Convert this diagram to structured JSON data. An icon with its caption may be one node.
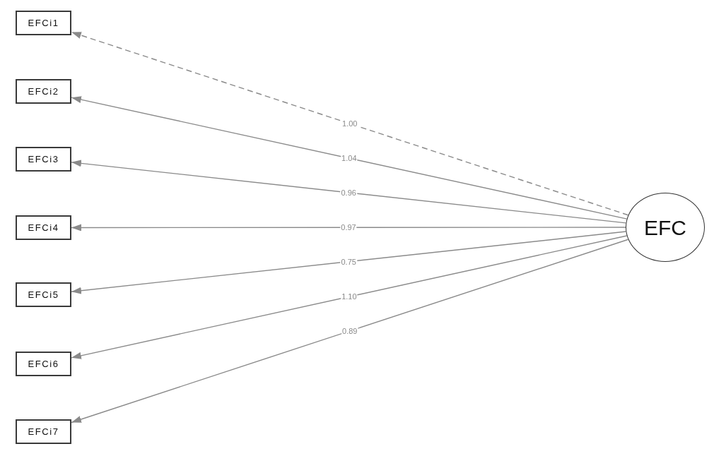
{
  "diagram": {
    "nodes": [
      {
        "text": [
          "EFCi1"
        ]
      },
      {
        "text": [
          "EFCi2"
        ]
      },
      {
        "text": [
          "EFCi3"
        ]
      },
      {
        "text": [
          "EFCi4"
        ]
      },
      {
        "text": [
          "EFCi5"
        ]
      },
      {
        "text": [
          "EFCi6"
        ]
      },
      {
        "text": [
          "EFCi7"
        ]
      },
      {
        "text": [
          "EFC"
        ]
      }
    ],
    "edges": [
      {
        "from": 7,
        "to": 0,
        "arrow": "to",
        "label": "1.00",
        "style": "dashed"
      },
      {
        "from": 7,
        "to": 1,
        "arrow": "to",
        "label": "1.04"
      },
      {
        "from": 7,
        "to": 2,
        "arrow": "to",
        "label": "0.96"
      },
      {
        "from": 7,
        "to": 3,
        "arrow": "to",
        "label": "0.97"
      },
      {
        "from": 7,
        "to": 4,
        "arrow": "to",
        "label": "0.75"
      },
      {
        "from": 7,
        "to": 5,
        "arrow": "to",
        "label": "1.10"
      },
      {
        "from": 7,
        "to": 6,
        "arrow": "to",
        "label": "0.89"
      }
    ]
  }
}
